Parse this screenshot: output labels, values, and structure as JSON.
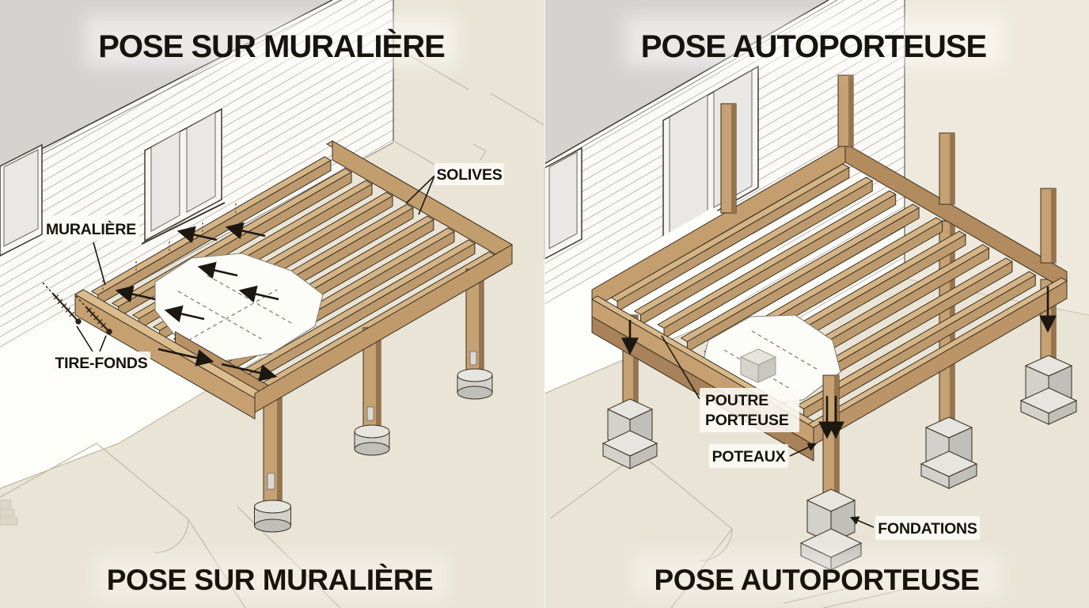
{
  "diagram": {
    "type": "deck-construction-comparison",
    "language": "fr"
  },
  "left_panel": {
    "title_top": "POSE SUR MURALIÈRE",
    "title_bottom": "POSE SUR MURALIÈRE",
    "labels": {
      "muraliere": "MURALIÈRE",
      "tire_fonds": "TIRE-FONDS",
      "solives": "SOLIVES"
    }
  },
  "right_panel": {
    "title_top": "POSE AUTOPORTEUSE",
    "title_bottom": "POSE AUTOPORTEUSE",
    "labels": {
      "poutre_line1": "POUTRE",
      "poutre_line2": "PORTEUSE",
      "poteaux": "POTEAUX",
      "fondations": "FONDATIONS"
    }
  },
  "colors": {
    "ground": "#e9e4d6",
    "roof_gray": "#d5d3d0",
    "wall_white": "#fbfaf7",
    "patio_white": "#fdfdfa",
    "wood_top": "#d4b486",
    "wood_face": "#bd9a6d",
    "wood_dark": "#97744c",
    "concrete_light": "#e6e5e0",
    "concrete_mid": "#d2d1cc",
    "concrete_dark": "#c0bfba",
    "outline": "#3a2f1f",
    "annotation": "#1c1710"
  }
}
